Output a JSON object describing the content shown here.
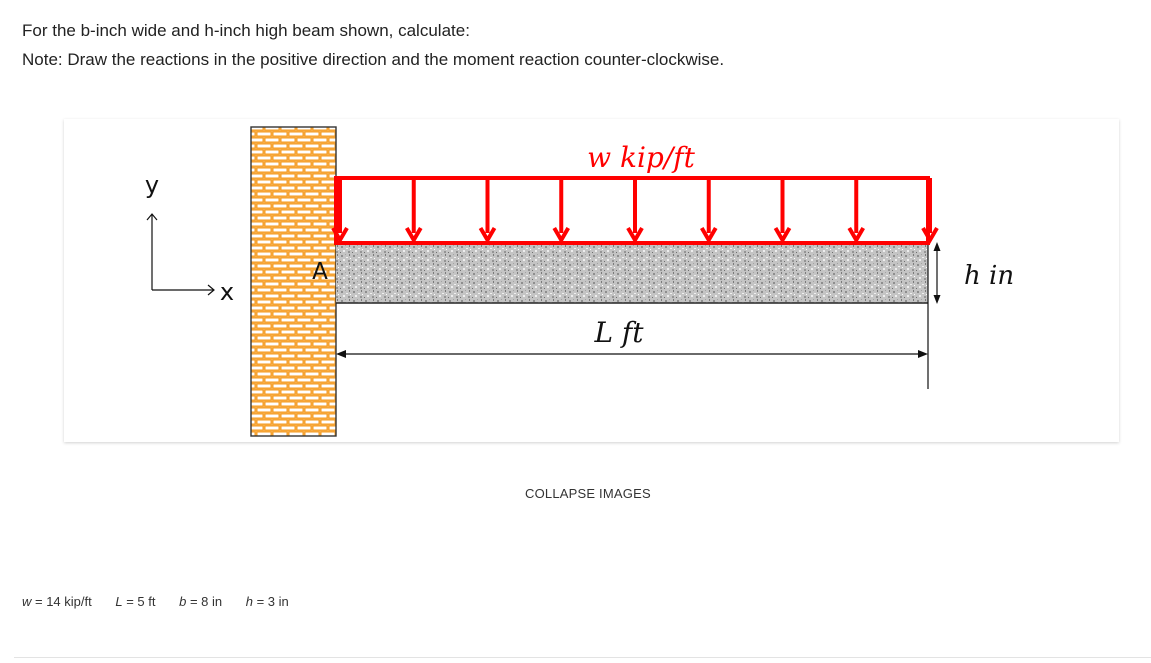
{
  "question": {
    "line1": "For the b-inch wide and h-inch high beam shown, calculate:",
    "line2": "Note: Draw the reactions in the positive direction and the moment reaction counter-clockwise."
  },
  "diagram": {
    "load_label": "w kip/ft",
    "height_label": "h in",
    "length_label": "L ft",
    "support_label": "A",
    "axis_x": "x",
    "axis_y": "y",
    "colors": {
      "load": "#ff0000",
      "wall": "#f59a1e",
      "beam": "#bdbdbd",
      "ink": "#111111"
    }
  },
  "controls": {
    "collapse_label": "COLLAPSE IMAGES"
  },
  "params": [
    {
      "symbol": "w",
      "text": " = 14 kip/ft"
    },
    {
      "symbol": "L",
      "text": " = 5 ft"
    },
    {
      "symbol": "b",
      "text": " = 8 in"
    },
    {
      "symbol": "h",
      "text": " = 3 in"
    }
  ]
}
